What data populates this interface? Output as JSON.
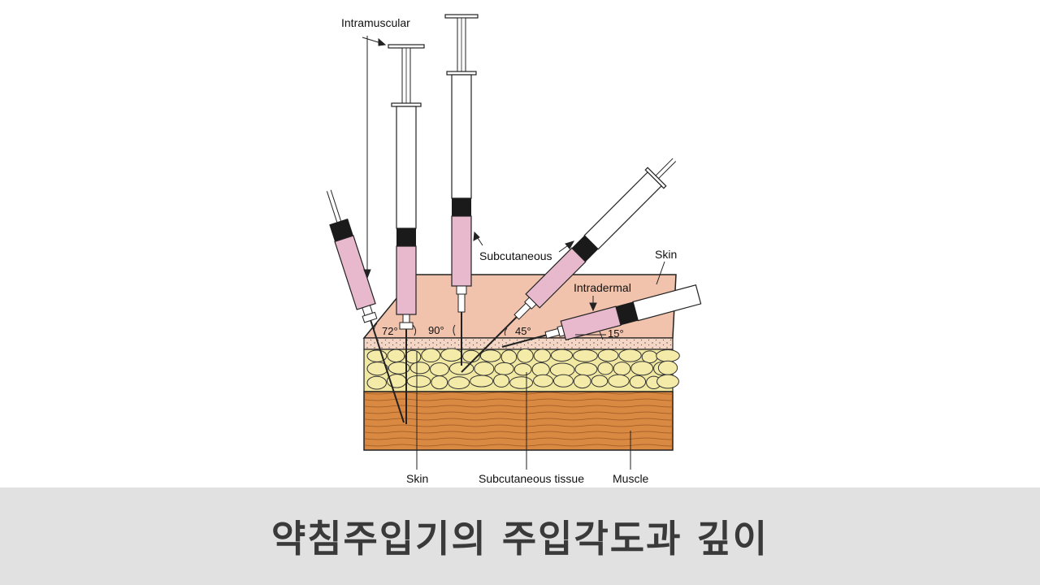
{
  "labels": {
    "intramuscular": "Intramuscular",
    "subcutaneous": "Subcutaneous",
    "intradermal": "Intradermal",
    "skin_top": "Skin",
    "skin_bottom": "Skin",
    "subcutaneous_tissue": "Subcutaneous tissue",
    "muscle": "Muscle"
  },
  "angles": {
    "a72": "72°",
    "a90": "90°",
    "a45": "45°",
    "a15": "15°"
  },
  "colors": {
    "skin": "#f1c2ac",
    "epidermis": "#f3d6c6",
    "fat": "#f1e8a2",
    "muscle": "#d98942",
    "liquid": "#e8b8cc",
    "plunger_tip": "#1a1a1a"
  },
  "caption": "약침주입기의 주입각도과 깊이"
}
